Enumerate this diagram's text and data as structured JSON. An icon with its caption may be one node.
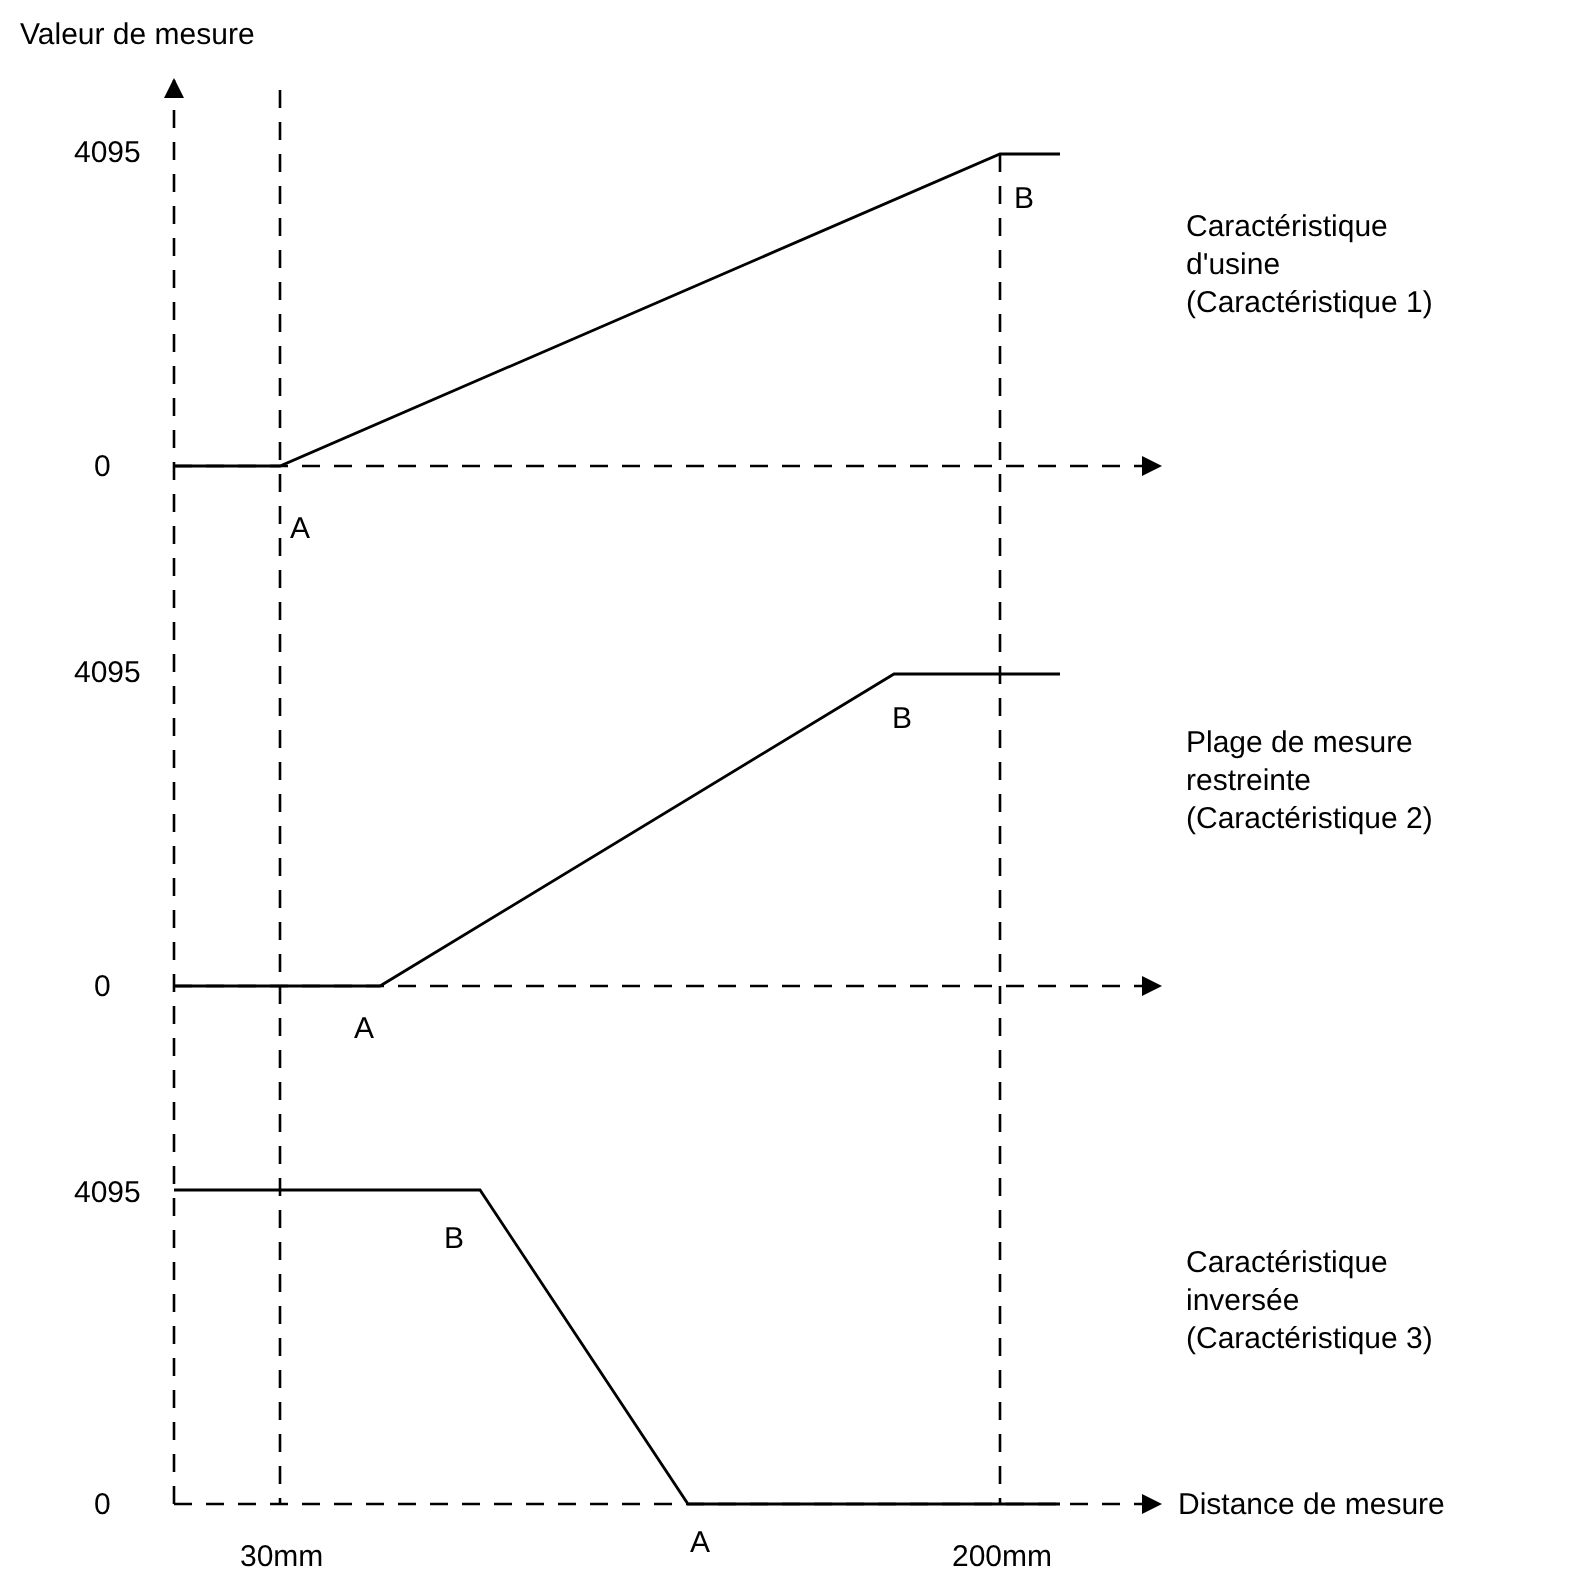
{
  "diagram": {
    "labels": [
      "Valeur de mesure",
      "4095",
      "B",
      "Caractéristique d'usine (Caractéristique 1)",
      "0",
      "A",
      "4095",
      "B",
      "Plage de mesure restreinte (Caractéristique 2)",
      "0",
      "A",
      "4095",
      "B",
      "Caractéristique inversée (Caractéristique 3)",
      "0",
      "A",
      "Distance de mesure",
      "30mm",
      "200mm"
    ]
  }
}
